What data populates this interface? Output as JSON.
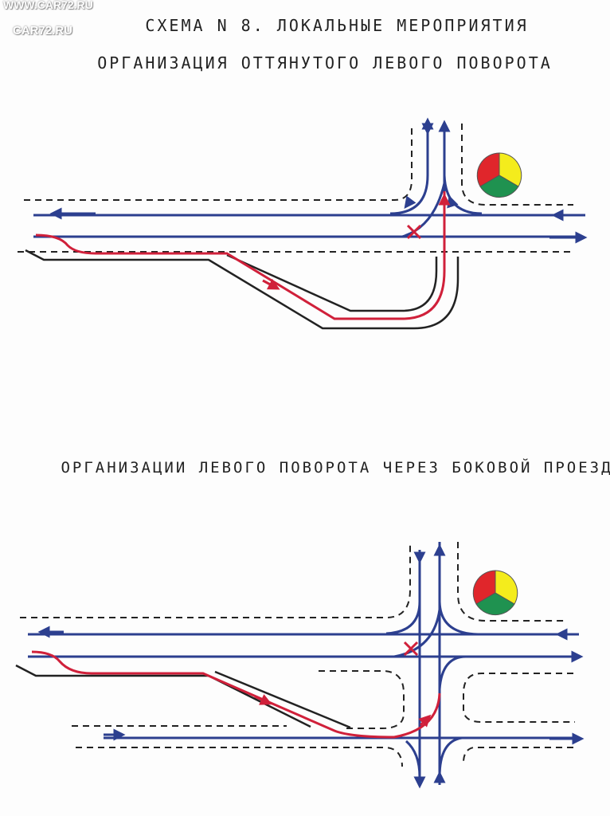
{
  "watermark": {
    "line1": "WWW.CAR72.RU",
    "line2": "CAR72.RU"
  },
  "titles": {
    "scheme": "СХЕМА N 8. ЛОКАЛЬНЫЕ МЕРОПРИЯТИЯ",
    "top": "ОРГАНИЗАЦИЯ ОТТЯНУТОГО ЛЕВОГО ПОВОРОТА",
    "bottom": "ОРГАНИЗАЦИИ ЛЕВОГО ПОВОРОТА ЧЕРЕЗ БОКОВОЙ ПРОЕЗД"
  },
  "colors": {
    "traffic": "#2c3f8f",
    "left_turn": "#d0203a",
    "curb": "#222222",
    "signal_red": "#e0262b",
    "signal_yellow": "#f4ec1c",
    "signal_green": "#1f9250"
  }
}
